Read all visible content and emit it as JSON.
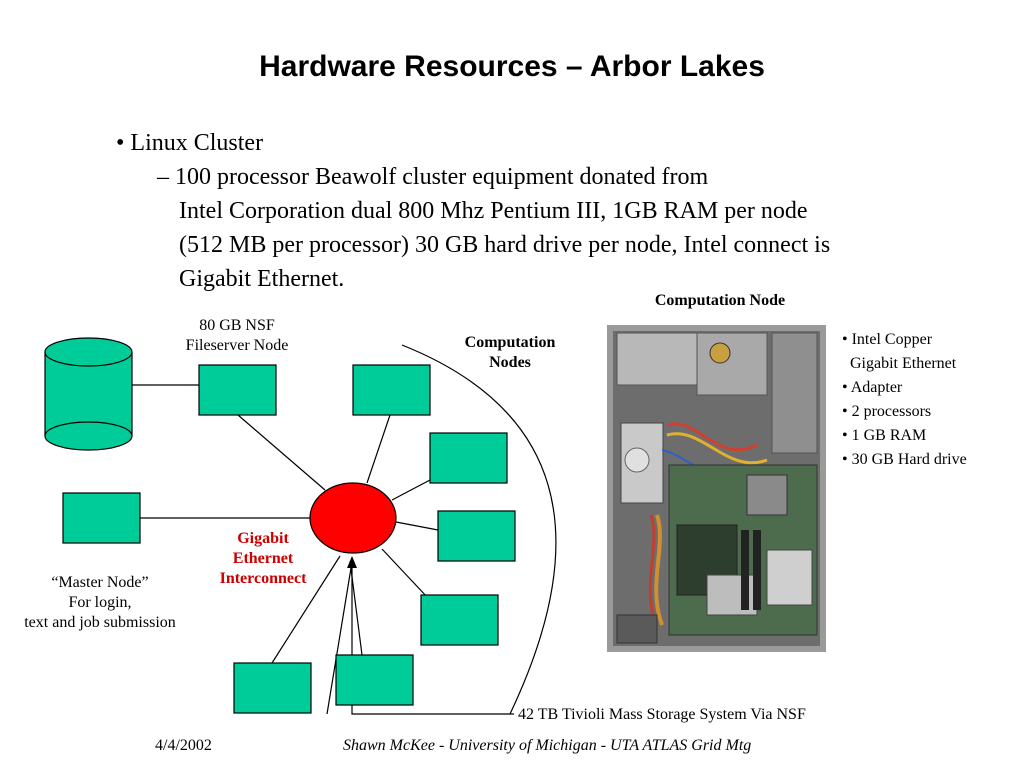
{
  "slide": {
    "title": "Hardware Resources – Arbor Lakes",
    "bullet": "• Linux Cluster",
    "sub_lines": [
      "– 100 processor Beawolf cluster equipment donated from",
      "Intel Corporation dual 800 Mhz Pentium III, 1GB RAM per node",
      "(512 MB per processor) 30 GB hard drive  per node, Intel connect is",
      "Gigabit Ethernet."
    ]
  },
  "diagram": {
    "fileserver_label": [
      "80 GB NSF",
      "Fileserver Node"
    ],
    "computation_nodes_label": [
      "Computation",
      "Nodes"
    ],
    "interconnect_label": [
      "Gigabit",
      "Ethernet",
      "Interconnect"
    ],
    "master_label": [
      "“Master Node”",
      "For login,",
      "text and job submission"
    ],
    "storage_label": "42 TB Tivioli Mass Storage System Via NSF",
    "colors": {
      "node_fill": "#00cc99",
      "hub_fill": "#ff0000",
      "interconnect_text": "#cc0000"
    }
  },
  "photo_panel": {
    "heading": "Computation Node",
    "features": [
      "• Intel Copper",
      "  Gigabit Ethernet",
      "• Adapter",
      "• 2 processors",
      "• 1 GB RAM",
      "• 30 GB Hard drive"
    ]
  },
  "footer": {
    "date": "4/4/2002",
    "credit": "Shawn McKee - University of Michigan - UTA ATLAS Grid Mtg"
  }
}
